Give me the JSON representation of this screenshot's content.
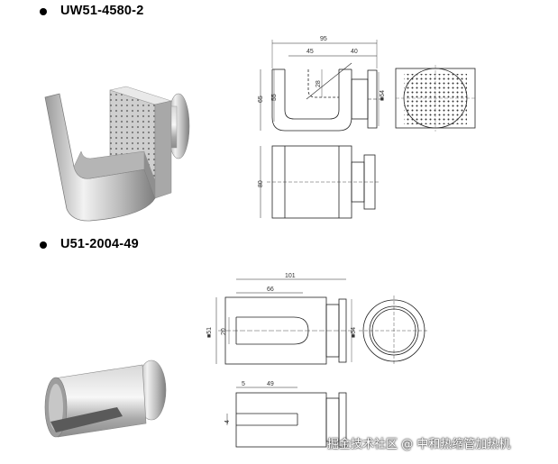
{
  "products": [
    {
      "model": "UW51-4580-2",
      "dims": {
        "overall_width": "95",
        "slot": "45",
        "flange": "40",
        "height_total": "65",
        "inner_height": "55",
        "slot_depth": "28",
        "flange_dia": "■64",
        "plan_width": "80"
      }
    },
    {
      "model": "U51-2004-49",
      "dims": {
        "overall_length": "101",
        "slot_length": "66",
        "body_dia": "■51",
        "slot_width": "20",
        "flange_dia": "■64",
        "lower_offset": "5",
        "lower_length": "49",
        "lower_gap": "4"
      }
    }
  ],
  "watermark": "掘金技术社区 @ 中和热缩管加热机",
  "colors": {
    "line": "#222222",
    "metal_light": "#e6e6e6",
    "metal_dark": "#8a8a8a"
  }
}
